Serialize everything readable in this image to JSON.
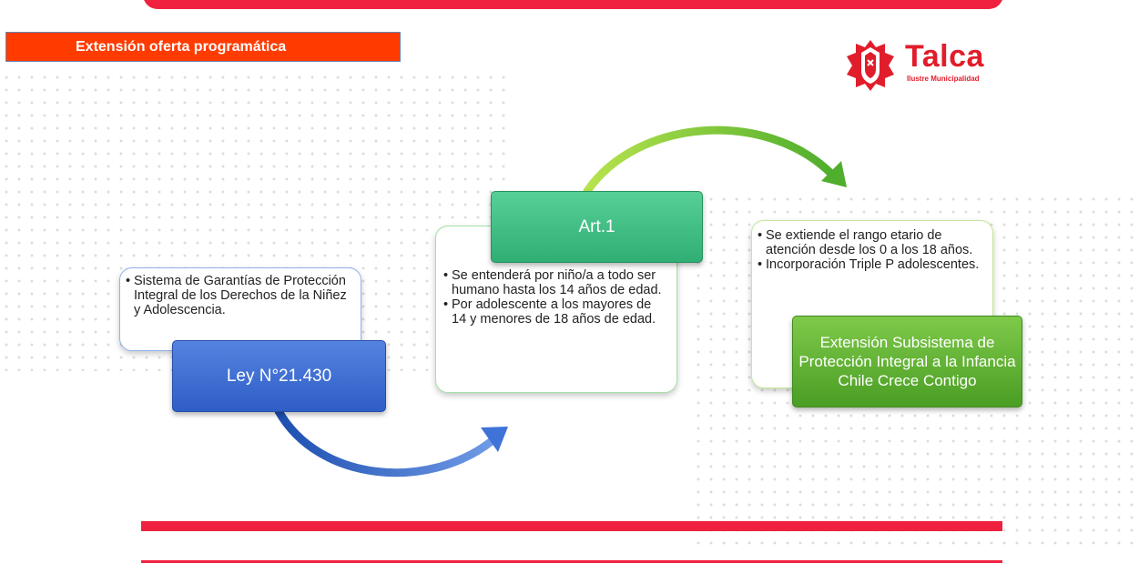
{
  "banner": {
    "title": "Extensión oferta programática"
  },
  "logo": {
    "name": "Talca",
    "subtitle": "Ilustre Municipalidad"
  },
  "steps": [
    {
      "label": "Ley N°21.430",
      "bullets": [
        "Sistema de Garantías de Protección Integral de los Derechos de la Niñez y Adolescencia."
      ]
    },
    {
      "label": "Art.1",
      "bullets": [
        "Se entenderá por niño/a a todo ser humano hasta los 14 años de edad.",
        "Por adolescente a los mayores de 14 y menores de 18 años de edad."
      ]
    },
    {
      "label": "Extensión Subsistema de Protección Integral a la Infancia Chile Crece Contigo",
      "bullets": [
        "Se extiende el rango etario de atención desde los 0 a los 18 años.",
        "Incorporación Triple P adolescentes."
      ]
    }
  ],
  "colors": {
    "accent_red": "#f0213f",
    "banner_orange": "#ff3b00",
    "blue": "#3366cc",
    "green": "#33b37a"
  }
}
